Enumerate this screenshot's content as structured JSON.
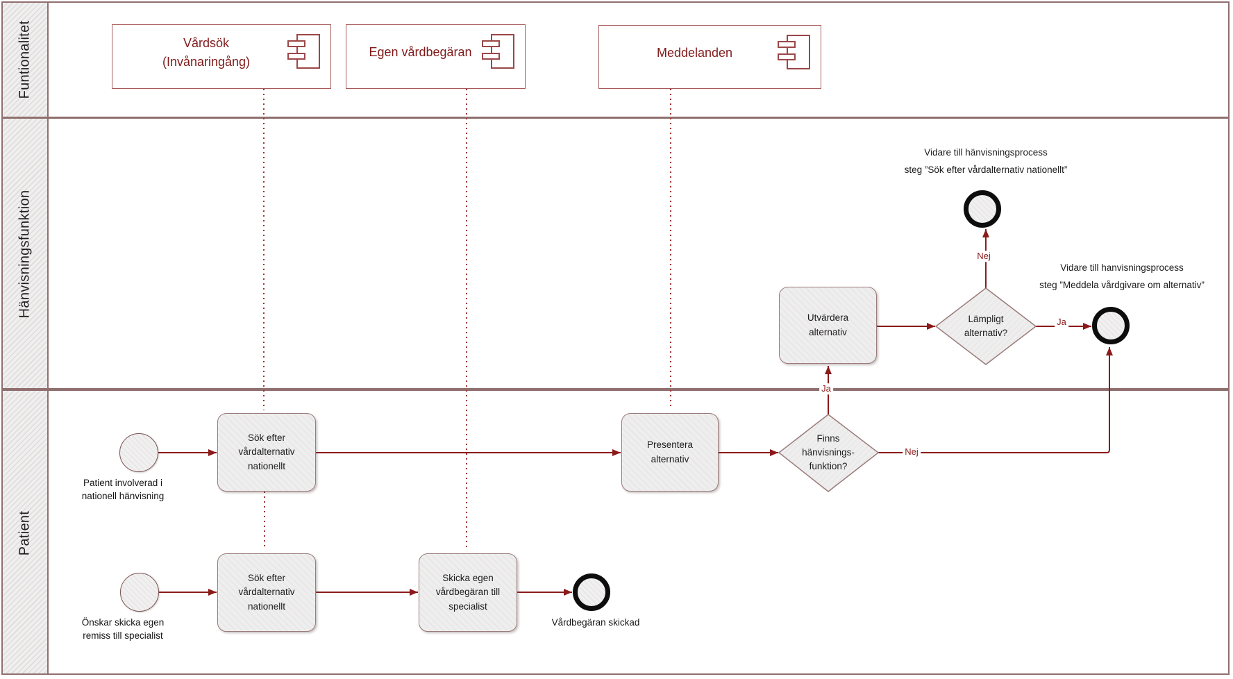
{
  "lanes": [
    {
      "label": "Funtionalitet"
    },
    {
      "label": "Hänvisningsfunktion"
    },
    {
      "label": "Patient"
    }
  ],
  "components": [
    {
      "label": "Vårdsök\n(Invånaringång)"
    },
    {
      "label": "Egen vårdbegäran"
    },
    {
      "label": "Meddelanden"
    }
  ],
  "tasks": [
    {
      "label": "Sök efter\nvårdalternativ\nnationellt"
    },
    {
      "label": "Presentera\nalternativ"
    },
    {
      "label": "Utvärdera\nalternativ"
    },
    {
      "label": "Sök efter\nvårdalternativ\nnationellt"
    },
    {
      "label": "Skicka egen\nvårdbegäran till\nspecialist"
    }
  ],
  "gateways": [
    {
      "label": "Finns\nhänvisnings-\nfunktion?"
    },
    {
      "label": "Lämpligt\nalternativ?"
    }
  ],
  "events": {
    "start_national": {
      "label": "Patient involverad i\nnationell hänvisning"
    },
    "start_referral": {
      "label": "Önskar skicka egen\nremiss till specialist"
    },
    "end_sent": {
      "label": "Vårdbegäran skickad"
    }
  },
  "annotations": [
    {
      "line1": "Vidare till hänvisningsprocess",
      "line2": "steg ”Sök efter vårdalternativ nationellt”"
    },
    {
      "line1": "Vidare till hanvisningsprocess",
      "line2": "steg ”Meddela vårdgivare om alternativ”"
    }
  ],
  "edge_labels": {
    "lampligt_nej": "Nej",
    "lampligt_ja": "Ja",
    "finns_ja": "Ja",
    "finns_nej": "Nej"
  },
  "colors": {
    "flow_arrow": "#8b1a1a",
    "component_accent": "#7f1a1a",
    "lane_border": "#8f6f6f",
    "shape_border": "#9b7b7b",
    "shape_fill": "#efeeee",
    "end_event_ring": "#0d0d0d"
  }
}
